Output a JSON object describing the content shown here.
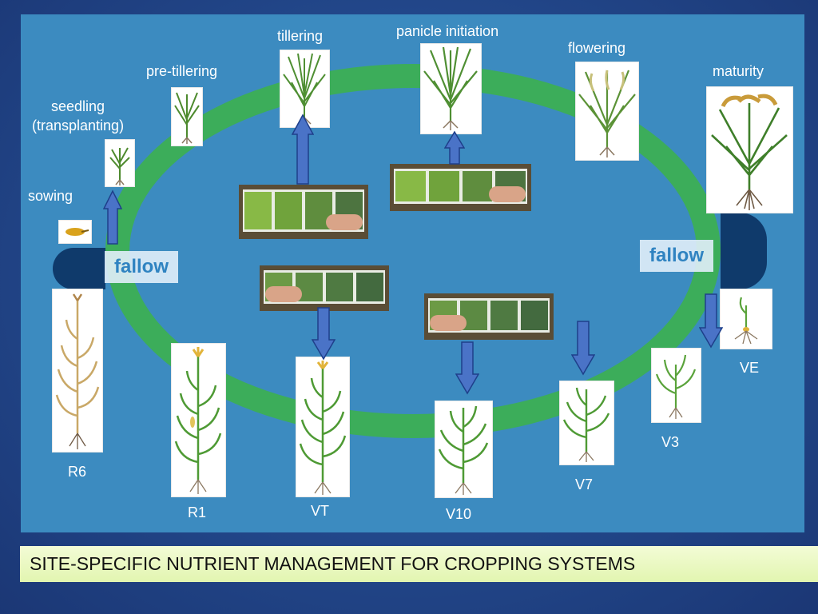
{
  "colors": {
    "ring": "#3cad5a",
    "panel": "#3c8bc0",
    "fallow": "#0f3a6b",
    "arrow": "#4a73c7"
  },
  "rice_stages": [
    "sowing",
    "seedling\n(transplanting)",
    "pre-tillering",
    "tillering",
    "panicle initiation",
    "flowering",
    "maturity"
  ],
  "maize_stages": [
    "VE",
    "V3",
    "V7",
    "V10",
    "VT",
    "R1",
    "R6"
  ],
  "fallow_left": "fallow",
  "fallow_right": "fallow",
  "lcc_swatch_colors": [
    "#88b946",
    "#70a33c",
    "#5f8d3e",
    "#4d7440"
  ],
  "footer_title": "SITE-SPECIFIC NUTRIENT MANAGEMENT FOR CROPPING SYSTEMS"
}
